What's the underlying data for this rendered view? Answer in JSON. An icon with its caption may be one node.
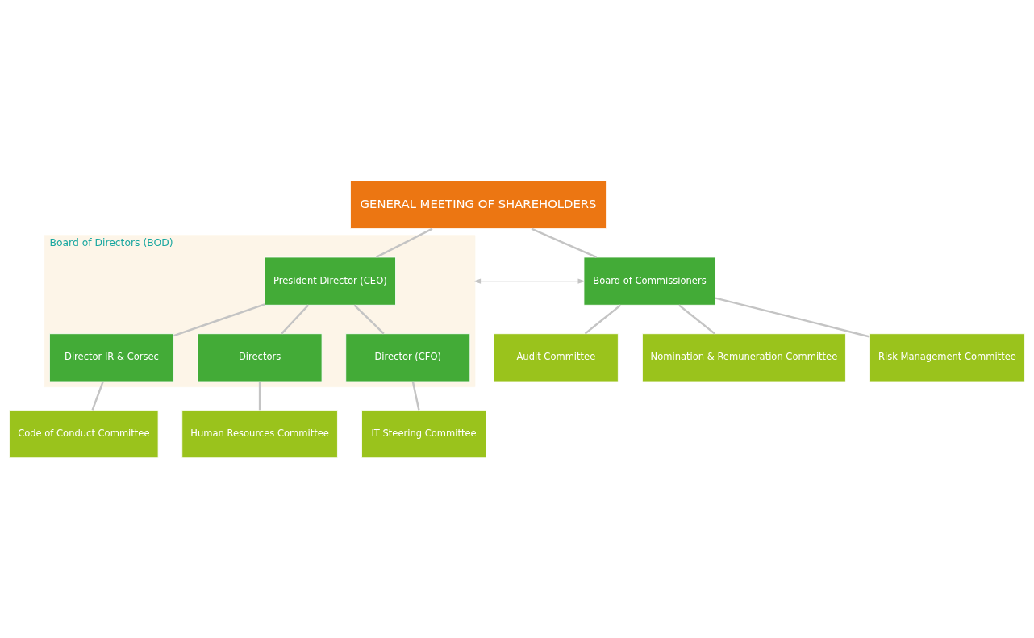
{
  "diagram": {
    "nodes": [
      {
        "text": [
          "GENERAL MEETING OF SHAREHOLDERS"
        ]
      },
      {
        "text": [
          "Board of Commissioners"
        ]
      },
      {
        "text": [
          "Board of Directors (BOD)"
        ]
      },
      {
        "text": [
          "President Director (CEO)"
        ],
        "in": 2
      },
      {
        "text": [
          "Director IR & Corsec"
        ],
        "in": 2
      },
      {
        "text": [
          "Directors"
        ],
        "in": 2
      },
      {
        "text": [
          "Director (CFO)"
        ],
        "in": 2
      },
      {
        "text": [
          "Audit Committee"
        ]
      },
      {
        "text": [
          "Nomination & Remuneration Committee"
        ]
      },
      {
        "text": [
          "Risk Management Committee"
        ]
      },
      {
        "text": [
          "Code of Conduct Committee"
        ]
      },
      {
        "text": [
          "Human Resources Committee"
        ]
      },
      {
        "text": [
          "IT Steering Committee"
        ]
      }
    ],
    "edges": [
      {
        "from": 0,
        "to": 1,
        "arrow": "none"
      },
      {
        "from": 0,
        "to": 3,
        "arrow": "none"
      },
      {
        "from": 1,
        "to": 2,
        "arrow": "both"
      },
      {
        "from": 3,
        "to": 4,
        "arrow": "none"
      },
      {
        "from": 3,
        "to": 5,
        "arrow": "none"
      },
      {
        "from": 3,
        "to": 6,
        "arrow": "none"
      },
      {
        "from": 1,
        "to": 7,
        "arrow": "none"
      },
      {
        "from": 1,
        "to": 8,
        "arrow": "none"
      },
      {
        "from": 1,
        "to": 9,
        "arrow": "none"
      },
      {
        "from": 4,
        "to": 10,
        "arrow": "none"
      },
      {
        "from": 5,
        "to": 11,
        "arrow": "none"
      },
      {
        "from": 6,
        "to": 12,
        "arrow": "none"
      }
    ]
  }
}
